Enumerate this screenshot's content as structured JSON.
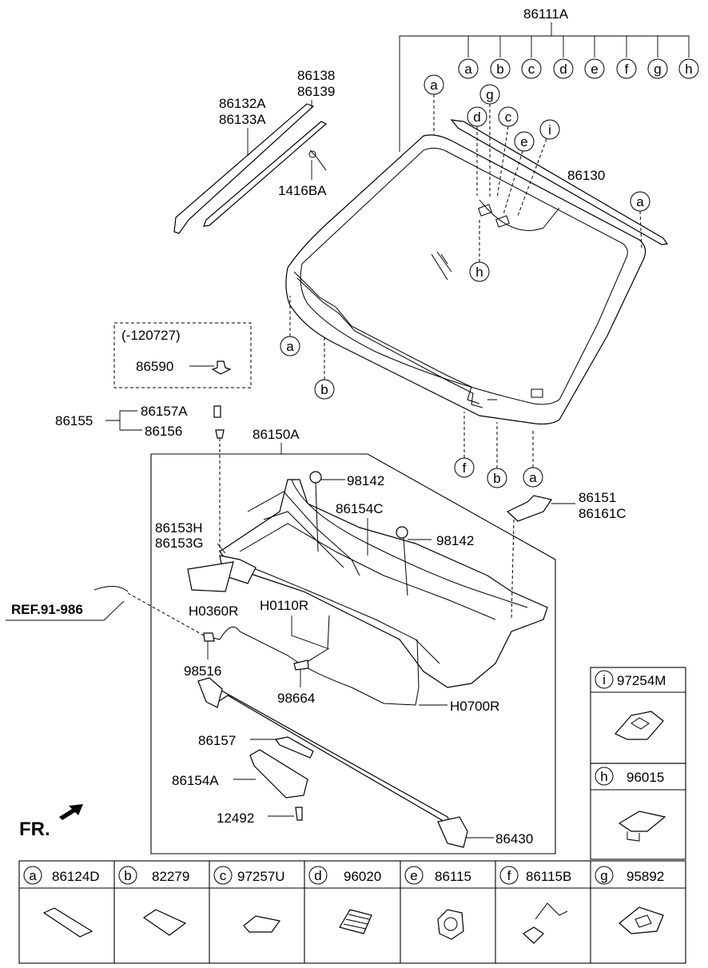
{
  "labels": {
    "top_assembly": "86111A",
    "seal_upper": "86130",
    "molding_a": "86132A",
    "molding_b": "86133A",
    "clip_a": "86138",
    "clip_b": "86139",
    "screw": "1416BA",
    "date_code": "(-120727)",
    "grommet": "86590",
    "cowl_group": "86155",
    "cowl_clip_a": "86157A",
    "cowl_clip_b": "86156",
    "cowl_panel": "86150A",
    "nozzle_1": "98142",
    "nozzle_2": "98142",
    "cowl_cover": "86154C",
    "side_a": "86151",
    "side_b": "86161C",
    "cowl_seal_h": "86153H",
    "cowl_seal_g": "86153G",
    "ref": "REF.91-986",
    "hose_r": "H0360R",
    "hose_110": "H0110R",
    "valve": "98516",
    "connector": "98664",
    "hose_700": "H0700R",
    "strip": "86157",
    "extension": "86154A",
    "bolt": "12492",
    "weatherstrip": "86430",
    "front_marker": "FR."
  },
  "top_circles": [
    "a",
    "b",
    "c",
    "d",
    "e",
    "f",
    "g",
    "h"
  ],
  "glass_callouts": {
    "a": "a",
    "b": "b",
    "c": "c",
    "d": "d",
    "e": "e",
    "f": "f",
    "g": "g",
    "h": "h",
    "i": "i"
  },
  "side_legend": [
    {
      "letter": "i",
      "code": "97254M"
    },
    {
      "letter": "h",
      "code": "96015"
    }
  ],
  "bottom_legend": [
    {
      "letter": "a",
      "code": "86124D"
    },
    {
      "letter": "b",
      "code": "82279"
    },
    {
      "letter": "c",
      "code": "97257U"
    },
    {
      "letter": "d",
      "code": "96020"
    },
    {
      "letter": "e",
      "code": "86115"
    },
    {
      "letter": "f",
      "code": "86115B"
    },
    {
      "letter": "g",
      "code": "95892"
    }
  ]
}
